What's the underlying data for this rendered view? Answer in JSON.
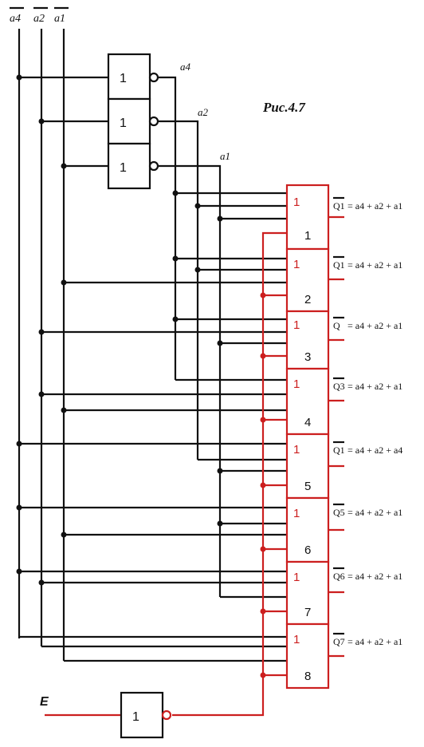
{
  "input_labels": [
    "a4",
    "a2",
    "a1"
  ],
  "inverter_gate_label": "1",
  "inverter_outputs": [
    "a4",
    "a2",
    "a1"
  ],
  "figure_caption": "Рис.4.7",
  "decoder_gate_symbol": "1",
  "decoder_gate_numbers": [
    "1",
    "2",
    "3",
    "4",
    "5",
    "6",
    "7",
    "8"
  ],
  "decoder_outputs": [
    {
      "q": "Q1",
      "expr": "= a4 + a2 + a1"
    },
    {
      "q": "Q1",
      "expr": "= a4 + a2 + a1"
    },
    {
      "q": "Q",
      "expr": "= a4 + a2 + a1"
    },
    {
      "q": "Q3",
      "expr": "= a4 + a2 + a1"
    },
    {
      "q": "Q1",
      "expr": "= a4 + a2 + a4"
    },
    {
      "q": "Q5",
      "expr": "= a4 + a2 + a1"
    },
    {
      "q": "Q6",
      "expr": "= a4 + a2 + a1"
    },
    {
      "q": "Q7",
      "expr": "= a4 + a2 + a1"
    }
  ],
  "enable_label": "E",
  "enable_gate_label": "1",
  "colors": {
    "black": "#111111",
    "red": "#cc1f1f"
  }
}
